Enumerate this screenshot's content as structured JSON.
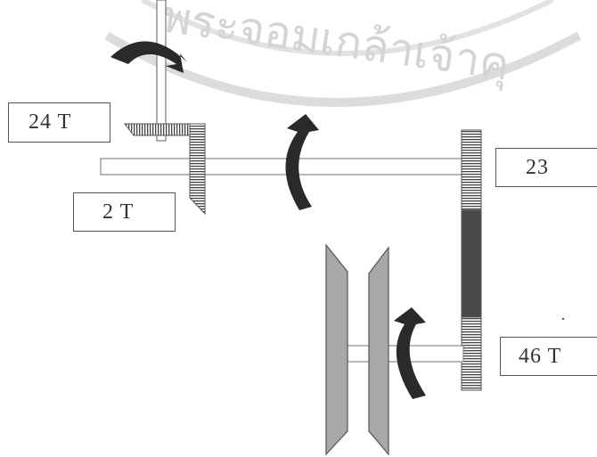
{
  "watermark": {
    "text": "พระจอมเกล้าเจ้าคุ"
  },
  "labels": {
    "gear_24t": "24  T",
    "gear_2t": "2  T",
    "gear_23": "23",
    "gear_46t": "46  T"
  },
  "colors": {
    "line": "#555555",
    "shaft": "#888888",
    "gear_hatch": "#444444",
    "gear_dark_band": "#4a4a4a",
    "pulley_fill": "#a8a8a8",
    "arrow": "#2a2a2a",
    "watermark": "#d4d4d4"
  },
  "icons": {
    "rotation_arrow": "curved-rotation-arrow-icon"
  }
}
